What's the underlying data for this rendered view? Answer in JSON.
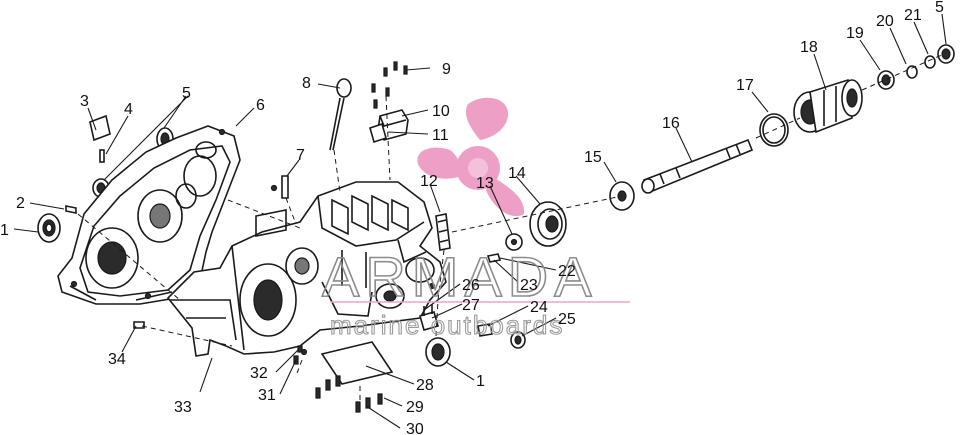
{
  "diagram": {
    "callouts": {
      "c1a": "1",
      "c2": "2",
      "c3": "3",
      "c4": "4",
      "c5a": "5",
      "c6": "6",
      "c7": "7",
      "c8": "8",
      "c9": "9",
      "c10": "10",
      "c11": "11",
      "c12": "12",
      "c13": "13",
      "c14": "14",
      "c15": "15",
      "c16": "16",
      "c17": "17",
      "c18": "18",
      "c19": "19",
      "c20": "20",
      "c21": "21",
      "c5b": "5",
      "c22": "22",
      "c23": "23",
      "c24": "24",
      "c25": "25",
      "c26": "26",
      "c27": "27",
      "c28": "28",
      "c1b": "1",
      "c29": "29",
      "c30": "30",
      "c31": "31",
      "c32": "32",
      "c33": "33",
      "c34": "34"
    }
  },
  "watermark": {
    "brand": "ARMADA",
    "tagline": "marine outboards",
    "logo_color": "#ee9fc6",
    "rule_color": "#e7a6c8"
  }
}
